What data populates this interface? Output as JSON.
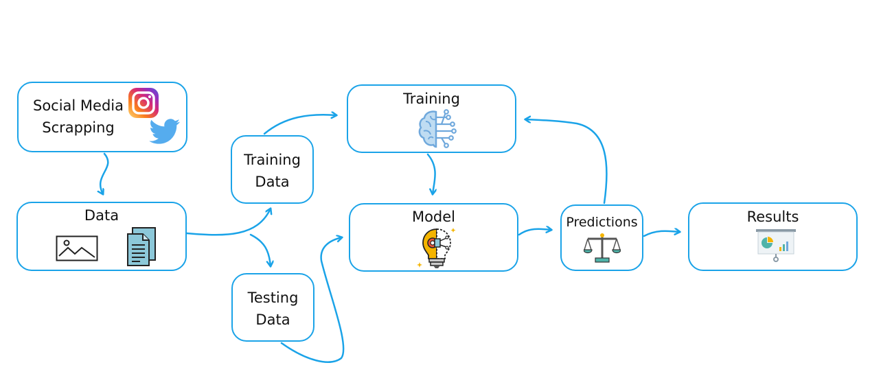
{
  "nodes": {
    "social": {
      "line1": "Social Media",
      "line2": "Scrapping"
    },
    "data": {
      "label": "Data"
    },
    "training_data": {
      "line1": "Training",
      "line2": "Data"
    },
    "testing_data": {
      "line1": "Testing",
      "line2": "Data"
    },
    "training": {
      "label": "Training"
    },
    "model": {
      "label": "Model"
    },
    "predictions": {
      "label": "Predictions"
    },
    "results": {
      "label": "Results"
    }
  },
  "colors": {
    "border": "#1aa3e8",
    "arrow": "#1aa3e8",
    "twitter": "#55acee",
    "instagram_gradient": [
      "#feda75",
      "#fa7e1e",
      "#d62976",
      "#962fbf",
      "#4f5bd5"
    ],
    "brain": "#6fa8dc",
    "bulb": "#f4b400",
    "document": "#8cc8d9"
  },
  "icons": [
    "instagram-icon",
    "twitter-icon",
    "image-icon",
    "document-icon",
    "brain-network-icon",
    "lightbulb-gear-icon",
    "balance-scale-icon",
    "presentation-chart-icon"
  ]
}
